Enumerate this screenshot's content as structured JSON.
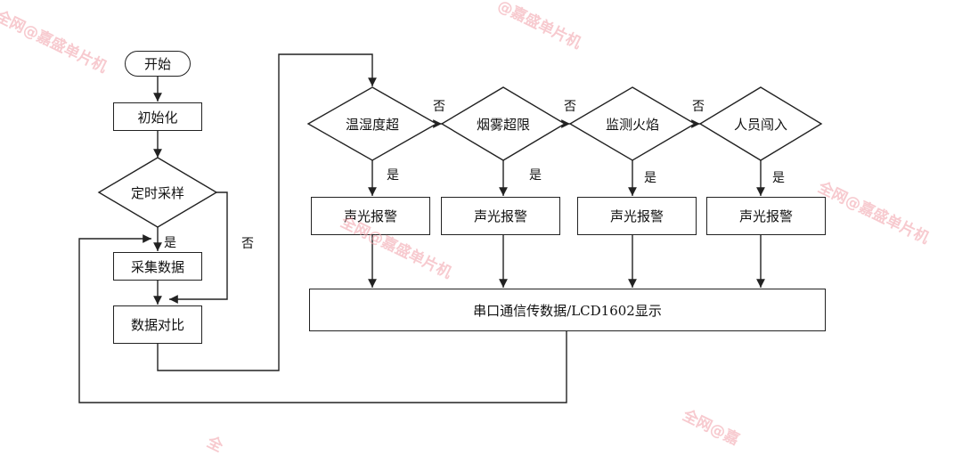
{
  "flow": {
    "start": "开始",
    "init": "初始化",
    "timer": "定时采样",
    "collect": "采集数据",
    "compare": "数据对比",
    "temp": "温湿度超",
    "smoke": "烟雾超限",
    "fire": "监测火焰",
    "person": "人员闯入",
    "alarm1": "声光报警",
    "alarm2": "声光报警",
    "alarm3": "声光报警",
    "alarm4": "声光报警",
    "output": "串口通信传数据/LCD1602显示"
  },
  "labels": {
    "yes_timer": "是",
    "no_timer": "否",
    "yes_temp": "是",
    "yes_smoke": "是",
    "yes_fire": "是",
    "yes_person": "是",
    "no_temp": "否",
    "no_smoke": "否",
    "no_fire": "否"
  },
  "watermark": {
    "a": "全网@嘉盛单片机",
    "b": "@嘉盛单片机",
    "c": "全网@嘉盛单片机",
    "d": "全网@嘉盛单片机",
    "e": "全网@嘉",
    "f": "全"
  }
}
